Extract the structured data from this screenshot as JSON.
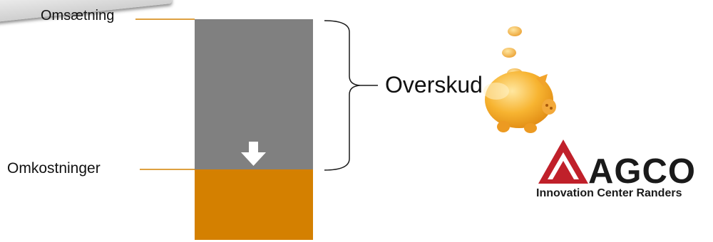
{
  "labels": {
    "revenue": "Omsætning",
    "costs": "Omkostninger",
    "profit": "Overskud"
  },
  "logo": {
    "brand": "AGCO",
    "subtitle": "Innovation Center Randers"
  },
  "colors": {
    "profit_bar": "#808080",
    "costs_bar": "#d48000",
    "leader_line": "#d48000",
    "logo_red": "#c0202a"
  },
  "icons": [
    "down-arrow-icon",
    "curly-brace-icon",
    "piggy-bank-icon",
    "agco-logo-icon"
  ]
}
